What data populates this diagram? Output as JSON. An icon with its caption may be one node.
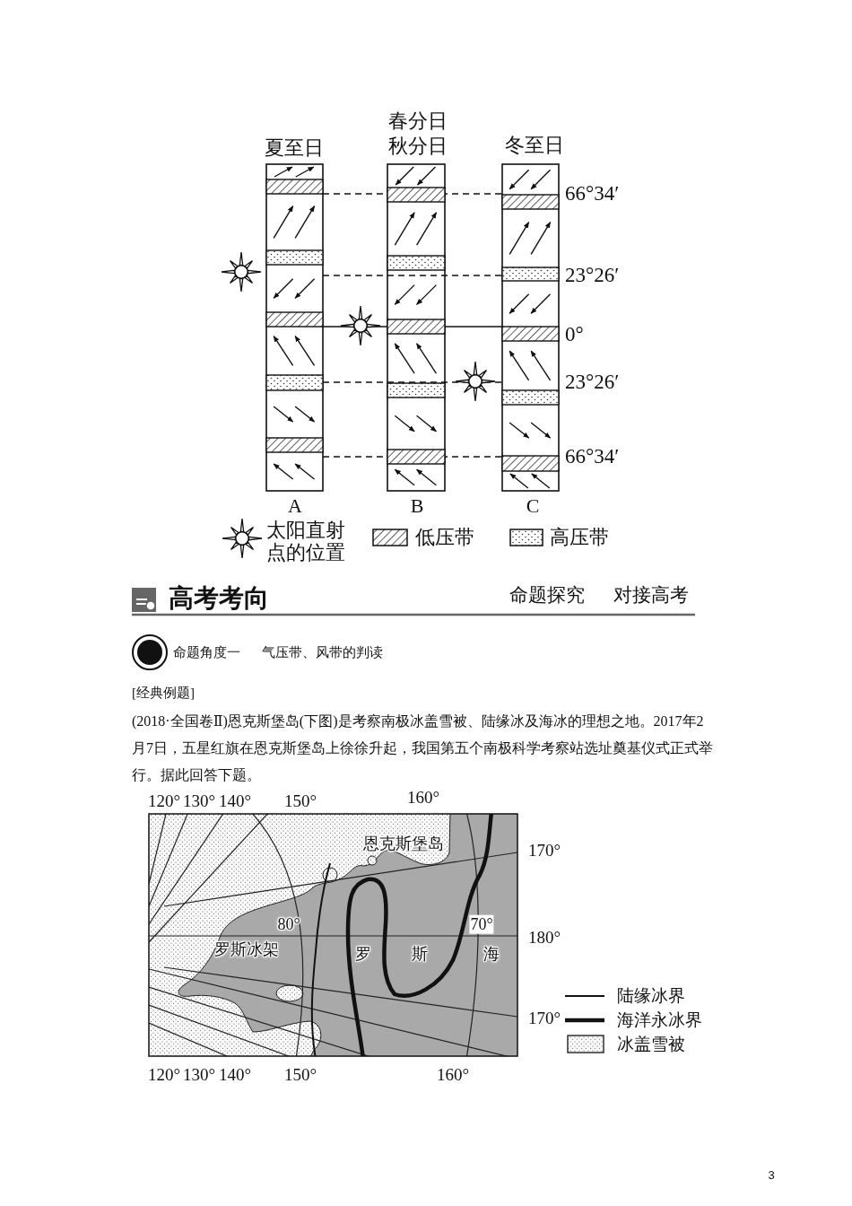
{
  "diagram": {
    "labels": [
      "夏至日",
      "春分日",
      "秋分日",
      "冬至日",
      "66°34′",
      "23°26′",
      "0°",
      "23°26′",
      "66°34′",
      "A",
      "B",
      "C",
      "高考考向",
      "命题探究",
      "对接高考",
      "命题角度一",
      "气压带、风带的判读",
      "[经典例题]",
      "(2018·全国卷Ⅱ)恩克斯堡岛(下图)是考察南极冰盖雪被、陆缘冰及海冰的理想之地。2017年2月7日，五星红旗在恩克斯堡岛上徐徐升起，我国第五个南极科学考察站选址奠基仪式正式举行。据此回答下题。",
      "120°",
      "130°",
      "140°",
      "150°",
      "160°",
      "恩克斯堡岛",
      "170°",
      "80°",
      "70°",
      "180°",
      "罗斯冰架",
      "罗",
      "斯",
      "海",
      "170°",
      "120°",
      "130°",
      "140°",
      "150°",
      "160°",
      "3"
    ],
    "legend": [
      {
        "text": "太阳直射点的位置"
      },
      {
        "text": "低压带"
      },
      {
        "text": "高压带"
      },
      {
        "text": "陆缘冰界"
      },
      {
        "text": "海洋永冰界"
      },
      {
        "text": "冰盖雪被"
      }
    ]
  }
}
